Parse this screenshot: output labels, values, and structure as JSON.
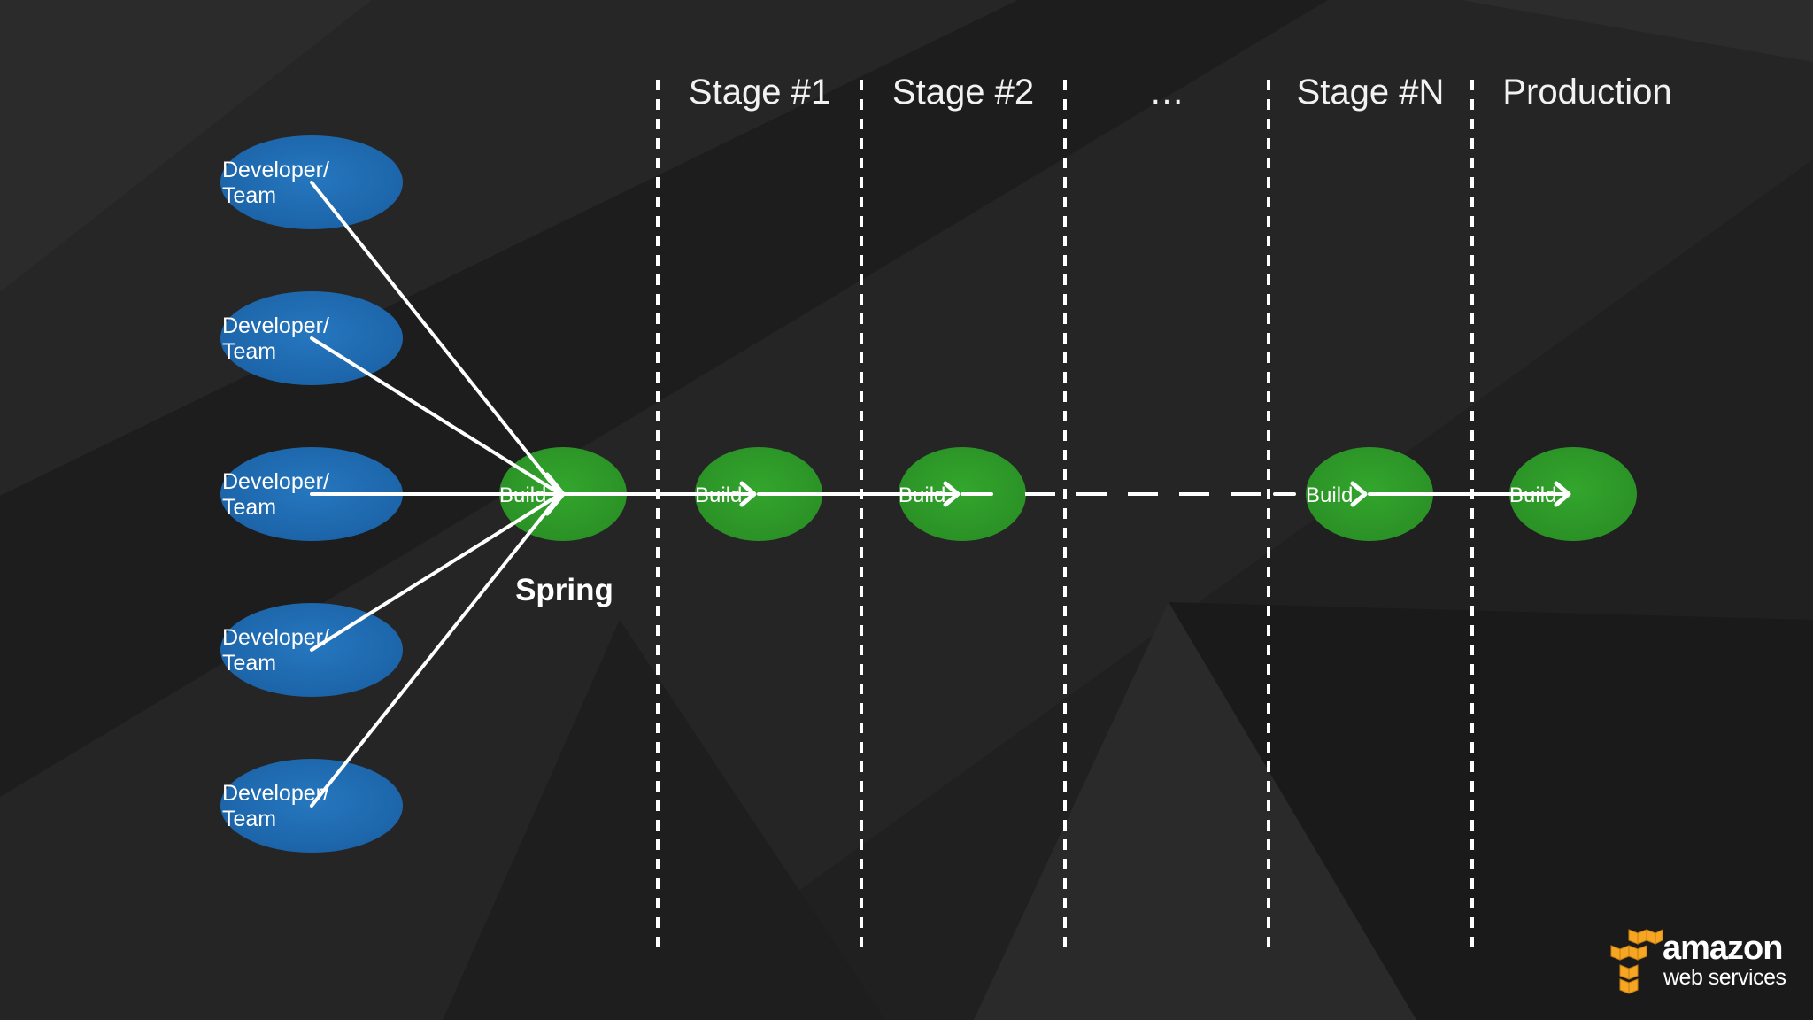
{
  "stages": [
    "Stage #1",
    "Stage #2",
    "…",
    "Stage #N",
    "Production"
  ],
  "developers": [
    {
      "line1": "Developer/",
      "line2": "Team"
    },
    {
      "line1": "Developer/",
      "line2": "Team"
    },
    {
      "line1": "Developer/",
      "line2": "Team"
    },
    {
      "line1": "Developer/",
      "line2": "Team"
    },
    {
      "line1": "Developer/",
      "line2": "Team"
    }
  ],
  "builds": [
    "Build",
    "Build",
    "Build",
    "Build",
    "Build"
  ],
  "spring_label": "Spring",
  "logo": {
    "word": "amazon",
    "sub": "web services"
  },
  "colors": {
    "background": "#222223",
    "developer_node": "#1f6fb5",
    "build_node": "#2e9a2a",
    "connector": "#ffffff",
    "divider": "#ffffff",
    "logo_cube": "#f6a622"
  }
}
